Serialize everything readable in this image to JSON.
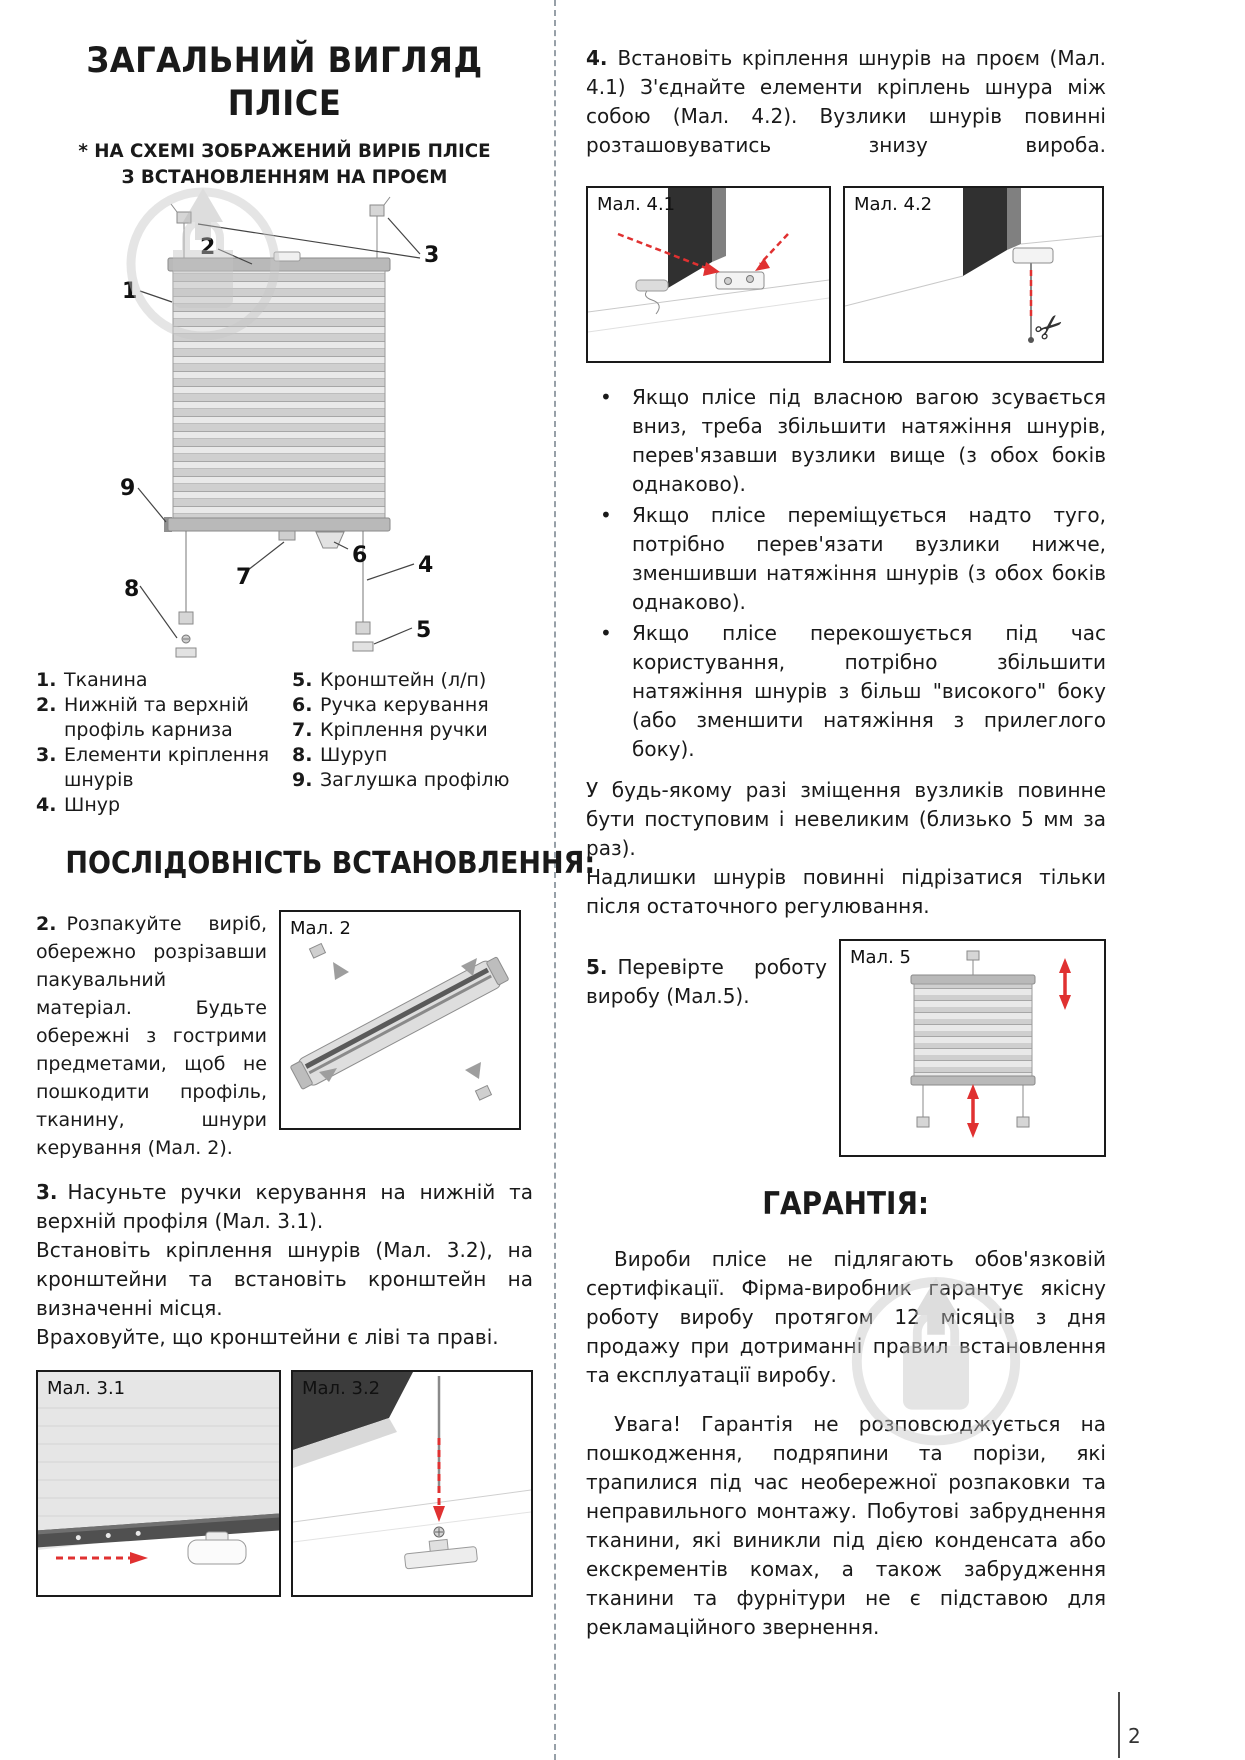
{
  "icons": {
    "scissors": "✂"
  },
  "colors": {
    "accent_red": "#e03131",
    "frame_border": "#1a1a1a",
    "divider_gray": "#97a0a8",
    "watermark_gray": "#c7c7c7"
  },
  "left": {
    "title_line1": "ЗАГАЛЬНИЙ ВИГЛЯД",
    "title_line2": "ПЛІСЕ",
    "subtitle_line1": "* НА СХЕМІ ЗОБРАЖЕНИЙ ВИРІБ ПЛІСЕ",
    "subtitle_line2": "З ВСТАНОВЛЕННЯМ НА ПРОЄМ",
    "diagram_numbers": [
      "1",
      "2",
      "3",
      "4",
      "5",
      "6",
      "7",
      "8",
      "9"
    ],
    "legend_col1": [
      {
        "num": "1.",
        "text": "Тканина"
      },
      {
        "num": "2.",
        "text": "Нижній та верхній профіль карниза"
      },
      {
        "num": "3.",
        "text": "Елементи кріплення шнурів"
      },
      {
        "num": "4.",
        "text": "Шнур"
      }
    ],
    "legend_col2": [
      {
        "num": "5.",
        "text": "Кронштейн (л/п)"
      },
      {
        "num": "6.",
        "text": "Ручка керування"
      },
      {
        "num": "7.",
        "text": "Кріплення ручки"
      },
      {
        "num": "8.",
        "text": "Шуруп"
      },
      {
        "num": "9.",
        "text": "Заглушка профілю"
      }
    ],
    "sequence_heading": "ПОСЛІДОВНІСТЬ ВСТАНОВЛЕННЯ:",
    "step2": {
      "num": "2.",
      "text": "Розпакуйте виріб, обережно розрізавши пакувальний матеріал. Будьте обережні з гострими предметами, щоб не пошкодити профіль, тканину, шнури керування (Мал. 2)."
    },
    "fig2_label": "Мал. 2",
    "step3": {
      "num": "3.",
      "line1": "Насуньте ручки керування на нижній та верхній профіля (Мал. 3.1).",
      "line2": "Встановіть кріплення шнурів (Мал. 3.2), на кронштейни та встановіть кронштейн на визначенні місця.",
      "line3": "Враховуйте, що кронштейни є ліві та праві."
    },
    "fig31_label": "Мал. 3.1",
    "fig32_label": "Мал. 3.2"
  },
  "right": {
    "step4": {
      "num": "4.",
      "text": "Встановіть кріплення шнурів на проєм (Мал. 4.1) З'єднайте елементи кріплень шнура між собою (Мал. 4.2). Вузлики шнурів повинні розташовуватись знизу вироба."
    },
    "fig41_label": "Мал. 4.1",
    "fig42_label": "Мал. 4.2",
    "bullet_char": "•",
    "bullets": [
      "Якщо плісе під власною вагою зсувається вниз, треба збільшити натяжіння шнурів, перев'язавши вузлики вище (з обох боків однаково).",
      "Якщо плісе переміщується надто туго, потрібно перев'язати вузлики нижче, зменшивши натяжіння шнурів (з обох боків однаково).",
      "Якщо плісе перекошується під час користування, потрібно збільшити натяжіння шнурів з більш \"високого\" боку (або зменшити натяжіння з прилеглого боку)."
    ],
    "note1": "У будь-якому разі зміщення вузликів повинне бути поступовим і невеликим (близько 5 мм за раз).",
    "note2": "Надлишки шнурів повинні підрізатися тільки після остаточного регулювання.",
    "step5": {
      "num": "5.",
      "text": "Перевірте роботу виробу (Мал.5)."
    },
    "fig5_label": "Мал. 5",
    "warranty_heading": "ГАРАНТІЯ:",
    "warranty_p1": "Вироби плісе не підлягають обов'язковій сертифікації. Фірма-виробник гарантує якісну роботу виробу протягом 12 місяців з дня продажу при дотриманні правил встановлення та експлуатації виробу.",
    "warranty_p2": "Увага! Гарантія не розповсюджується на пошкодження, подряпини та порізи, які трапилися під час необережної розпаковки та неправильного монтажу. Побутові забруднення тканини, які виникли під дією конденсата або екскрементів комах, а також забрудження тканини та фурнітури не є підставою для рекламаційного звернення."
  },
  "footer": {
    "page_number": "2"
  }
}
